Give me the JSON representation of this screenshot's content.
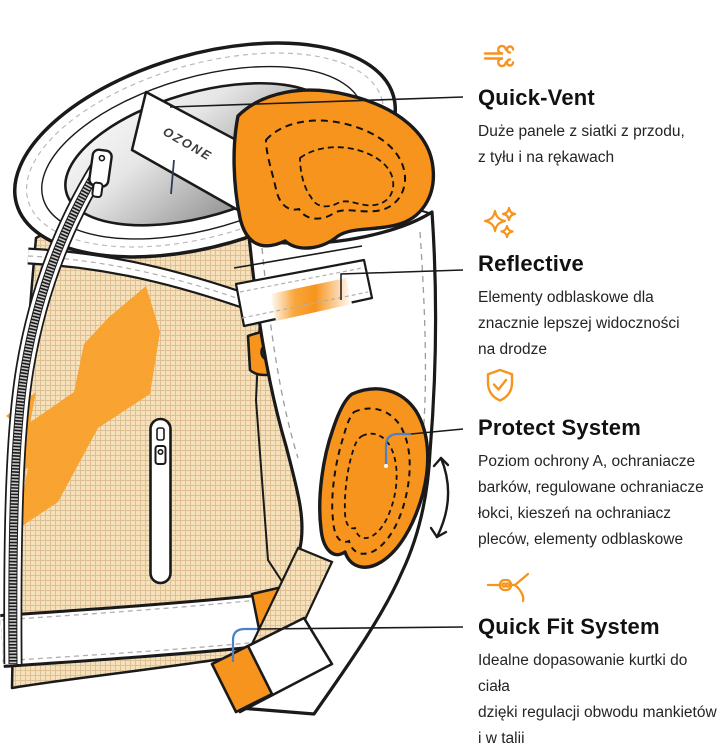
{
  "illustration": {
    "name": "motorcycle-jacket-technical-drawing",
    "logo_text": "OZONE"
  },
  "colors": {
    "accent": "#F7941D",
    "chest_graphic": "#F9A02A",
    "mesh_fill": "#F5E2BC",
    "mesh_grid": "#D8B88A",
    "pointer_blue": "#4D80C4",
    "leader_line": "#1A1A1A"
  },
  "features": [
    {
      "id": "quick-vent",
      "icon": "wind-icon",
      "title": "Quick-Vent",
      "description_lines": [
        "Duże panele z siatki z przodu,",
        "z tyłu i na rękawach"
      ]
    },
    {
      "id": "reflective",
      "icon": "sparkles-icon",
      "title": "Reflective",
      "description_lines": [
        "Elementy odblaskowe dla",
        "znacznie lepszej widoczności",
        "na drodze"
      ]
    },
    {
      "id": "protect-system",
      "icon": "shield-check-icon",
      "title": "Protect System",
      "description_lines": [
        "Poziom ochrony A, ochraniacze",
        "barków, regulowane ochraniacze",
        "łokci, kieszeń na ochraniacz",
        "pleców, elementy odblaskowe"
      ]
    },
    {
      "id": "quick-fit-system",
      "icon": "cord-lock-icon",
      "title": "Quick Fit System",
      "description_lines": [
        "Idealne dopasowanie kurtki do ciała",
        "dzięki regulacji obwodu mankietów",
        "i w talii"
      ]
    }
  ]
}
